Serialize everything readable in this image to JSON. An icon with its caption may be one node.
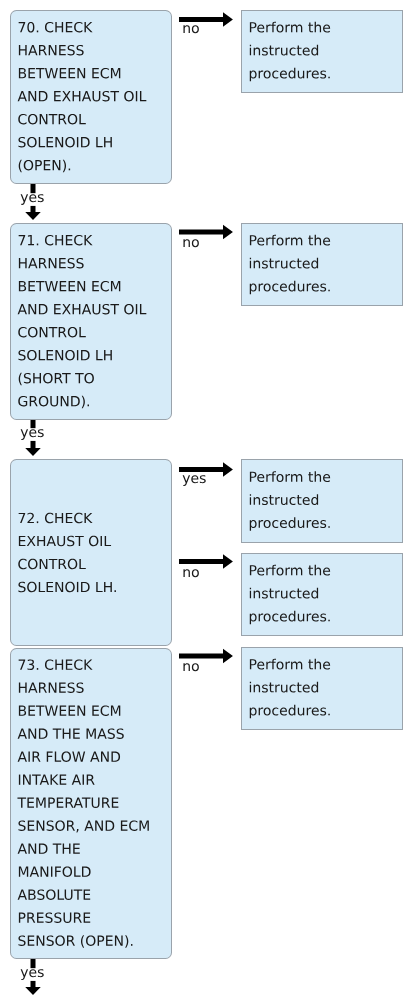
{
  "diagram": {
    "nodes": [
      {
        "text": [
          "70. CHECK HARNESS BETWEEN ECM AND EXHAUST OIL CONTROL SOLENOID LH (OPEN)."
        ]
      },
      {
        "text": [
          "Perform the instructed procedures."
        ]
      },
      {
        "text": [
          "71. CHECK HARNESS BETWEEN ECM AND EXHAUST OIL CONTROL SOLENOID LH (SHORT TO GROUND)."
        ]
      },
      {
        "text": [
          "Perform the instructed procedures."
        ]
      },
      {
        "text": [
          "72. CHECK EXHAUST OIL CONTROL SOLENOID LH."
        ]
      },
      {
        "text": [
          "Perform the instructed procedures."
        ]
      },
      {
        "text": [
          "Perform the instructed procedures."
        ]
      },
      {
        "text": [
          "73. CHECK HARNESS BETWEEN ECM AND THE MASS AIR FLOW AND INTAKE AIR TEMPERATURE SENSOR, AND ECM AND THE MANIFOLD ABSOLUTE PRESSURE SENSOR (OPEN)."
        ]
      },
      {
        "text": [
          "Perform the instructed procedures."
        ]
      }
    ],
    "edges": [
      {
        "from": 0,
        "to": 1,
        "arrow": "to",
        "label": "no"
      },
      {
        "from": 0,
        "to": 2,
        "arrow": "to",
        "label": "yes"
      },
      {
        "from": 2,
        "to": 3,
        "arrow": "to",
        "label": "no"
      },
      {
        "from": 2,
        "to": 4,
        "arrow": "to",
        "label": "yes"
      },
      {
        "from": 4,
        "to": 5,
        "arrow": "to",
        "label": "yes"
      },
      {
        "from": 4,
        "to": 6,
        "arrow": "to",
        "label": "no"
      },
      {
        "from": 7,
        "to": 8,
        "arrow": "to",
        "label": "no"
      },
      {
        "from": 7,
        "to": null,
        "arrow": "to",
        "label": "yes"
      }
    ]
  }
}
